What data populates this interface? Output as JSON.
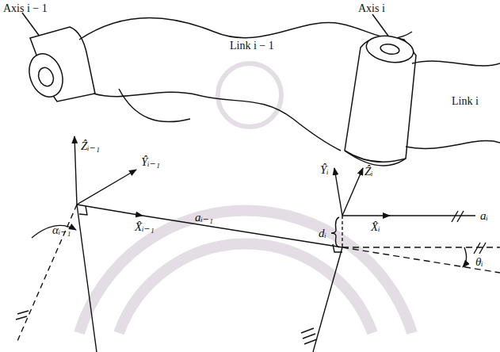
{
  "diagram": {
    "labels": [
      "Axis i − 1",
      "Link i − 1",
      "Axis i",
      "Link i",
      "Ẑᵢ₋₁",
      "Ŷᵢ₋₁",
      "X̂ᵢ₋₁",
      "aᵢ₋₁",
      "Ŷᵢ",
      "Ẑᵢ",
      "X̂ᵢ",
      "aᵢ",
      "dᵢ",
      "θᵢ",
      "αᵢ₋₁"
    ]
  }
}
